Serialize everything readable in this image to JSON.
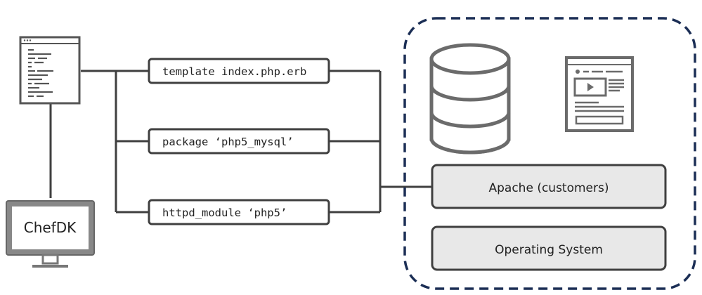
{
  "workstation": {
    "label": "ChefDK",
    "icon": "monitor-icon"
  },
  "recipe_file": {
    "icon": "code-document-icon"
  },
  "resources": [
    {
      "code": "template index.php.erb"
    },
    {
      "code": "package ‘php5_mysql’"
    },
    {
      "code": "httpd_module ‘php5’"
    }
  ],
  "node": {
    "database_icon": "database-icon",
    "webpage_icon": "webpage-icon",
    "layers": [
      {
        "label": "Apache (customers)"
      },
      {
        "label": "Operating System"
      }
    ]
  },
  "colors": {
    "stroke": "#3f3f3f",
    "box_fill": "#e8e8e8",
    "icon_gray": "#6b6b6b",
    "node_border": "#1b2e55"
  }
}
